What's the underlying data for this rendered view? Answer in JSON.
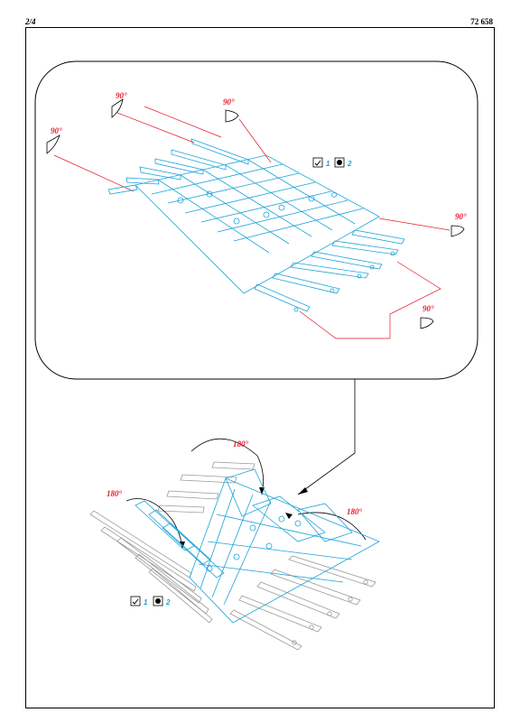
{
  "header": {
    "page_number": "2/4",
    "kit_number": "72 658"
  },
  "colors": {
    "part_lines": "#1aa3d9",
    "guide_lines": "#e8182b",
    "outline": "#000000",
    "ghost_parts": "#9a9a9a"
  },
  "top_panel": {
    "angles": [
      "90°",
      "90°",
      "90°",
      "90°",
      "90°"
    ],
    "step_legend": {
      "first_icon": "fold-check-icon",
      "first_num": "1",
      "second_icon": "glue-icon",
      "second_num": "2"
    }
  },
  "bottom_panel": {
    "angles": [
      "180°",
      "180°",
      "180°"
    ],
    "step_legend": {
      "first_icon": "fold-check-icon",
      "first_num": "1",
      "second_icon": "glue-icon",
      "second_num": "2"
    }
  }
}
